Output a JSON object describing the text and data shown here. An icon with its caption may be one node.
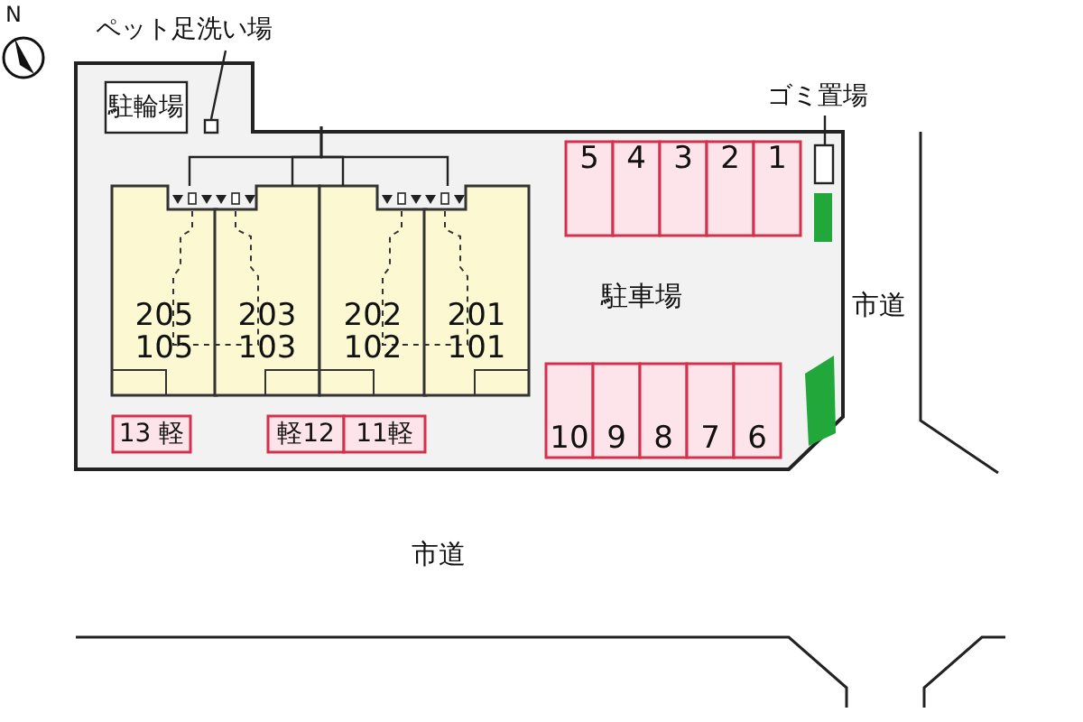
{
  "diagram": {
    "nodes": [
      {
        "text": [],
        "shape": "box"
      },
      {
        "text": [
          "ペット足洗い場"
        ]
      },
      {
        "text": [
          "駐輪場"
        ],
        "in": 0
      },
      {
        "text": [],
        "shape": "box",
        "in": 0
      },
      {
        "text": [
          "ゴミ置場"
        ]
      },
      {
        "text": [
          "5"
        ],
        "in": 0
      },
      {
        "text": [
          "4"
        ],
        "in": 0
      },
      {
        "text": [
          "3"
        ],
        "in": 0
      },
      {
        "text": [
          "2"
        ],
        "in": 0
      },
      {
        "text": [
          "1"
        ],
        "in": 0
      },
      {
        "text": [],
        "shape": "box",
        "in": 0
      },
      {
        "text": [
          "205",
          "105"
        ],
        "in": 0
      },
      {
        "text": [
          "203",
          "103"
        ],
        "in": 0
      },
      {
        "text": [
          "202",
          "102"
        ],
        "in": 0
      },
      {
        "text": [
          "201",
          "101"
        ],
        "in": 0
      },
      {
        "text": [
          "10"
        ],
        "in": 0
      },
      {
        "text": [
          "9"
        ],
        "in": 0
      },
      {
        "text": [
          "8"
        ],
        "in": 0
      },
      {
        "text": [
          "7"
        ],
        "in": 0
      },
      {
        "text": [
          "6"
        ],
        "in": 0
      },
      {
        "text": [
          "13 軽"
        ],
        "in": 0
      },
      {
        "text": [
          "軽12"
        ],
        "in": 0
      },
      {
        "text": [
          "11軽"
        ],
        "in": 0
      }
    ],
    "edges": [
      {
        "from": 1,
        "to": 3,
        "arrow": "none"
      },
      {
        "from": 4,
        "to": 10,
        "arrow": "none"
      },
      {
        "from": null,
        "to": 11,
        "arrow": "none"
      },
      {
        "from": null,
        "to": 12,
        "arrow": "none"
      },
      {
        "from": null,
        "to": 13,
        "arrow": "none"
      },
      {
        "from": null,
        "to": 14,
        "arrow": "none"
      }
    ],
    "labels": [
      "N",
      "駐車場",
      "市道",
      "市道"
    ]
  }
}
